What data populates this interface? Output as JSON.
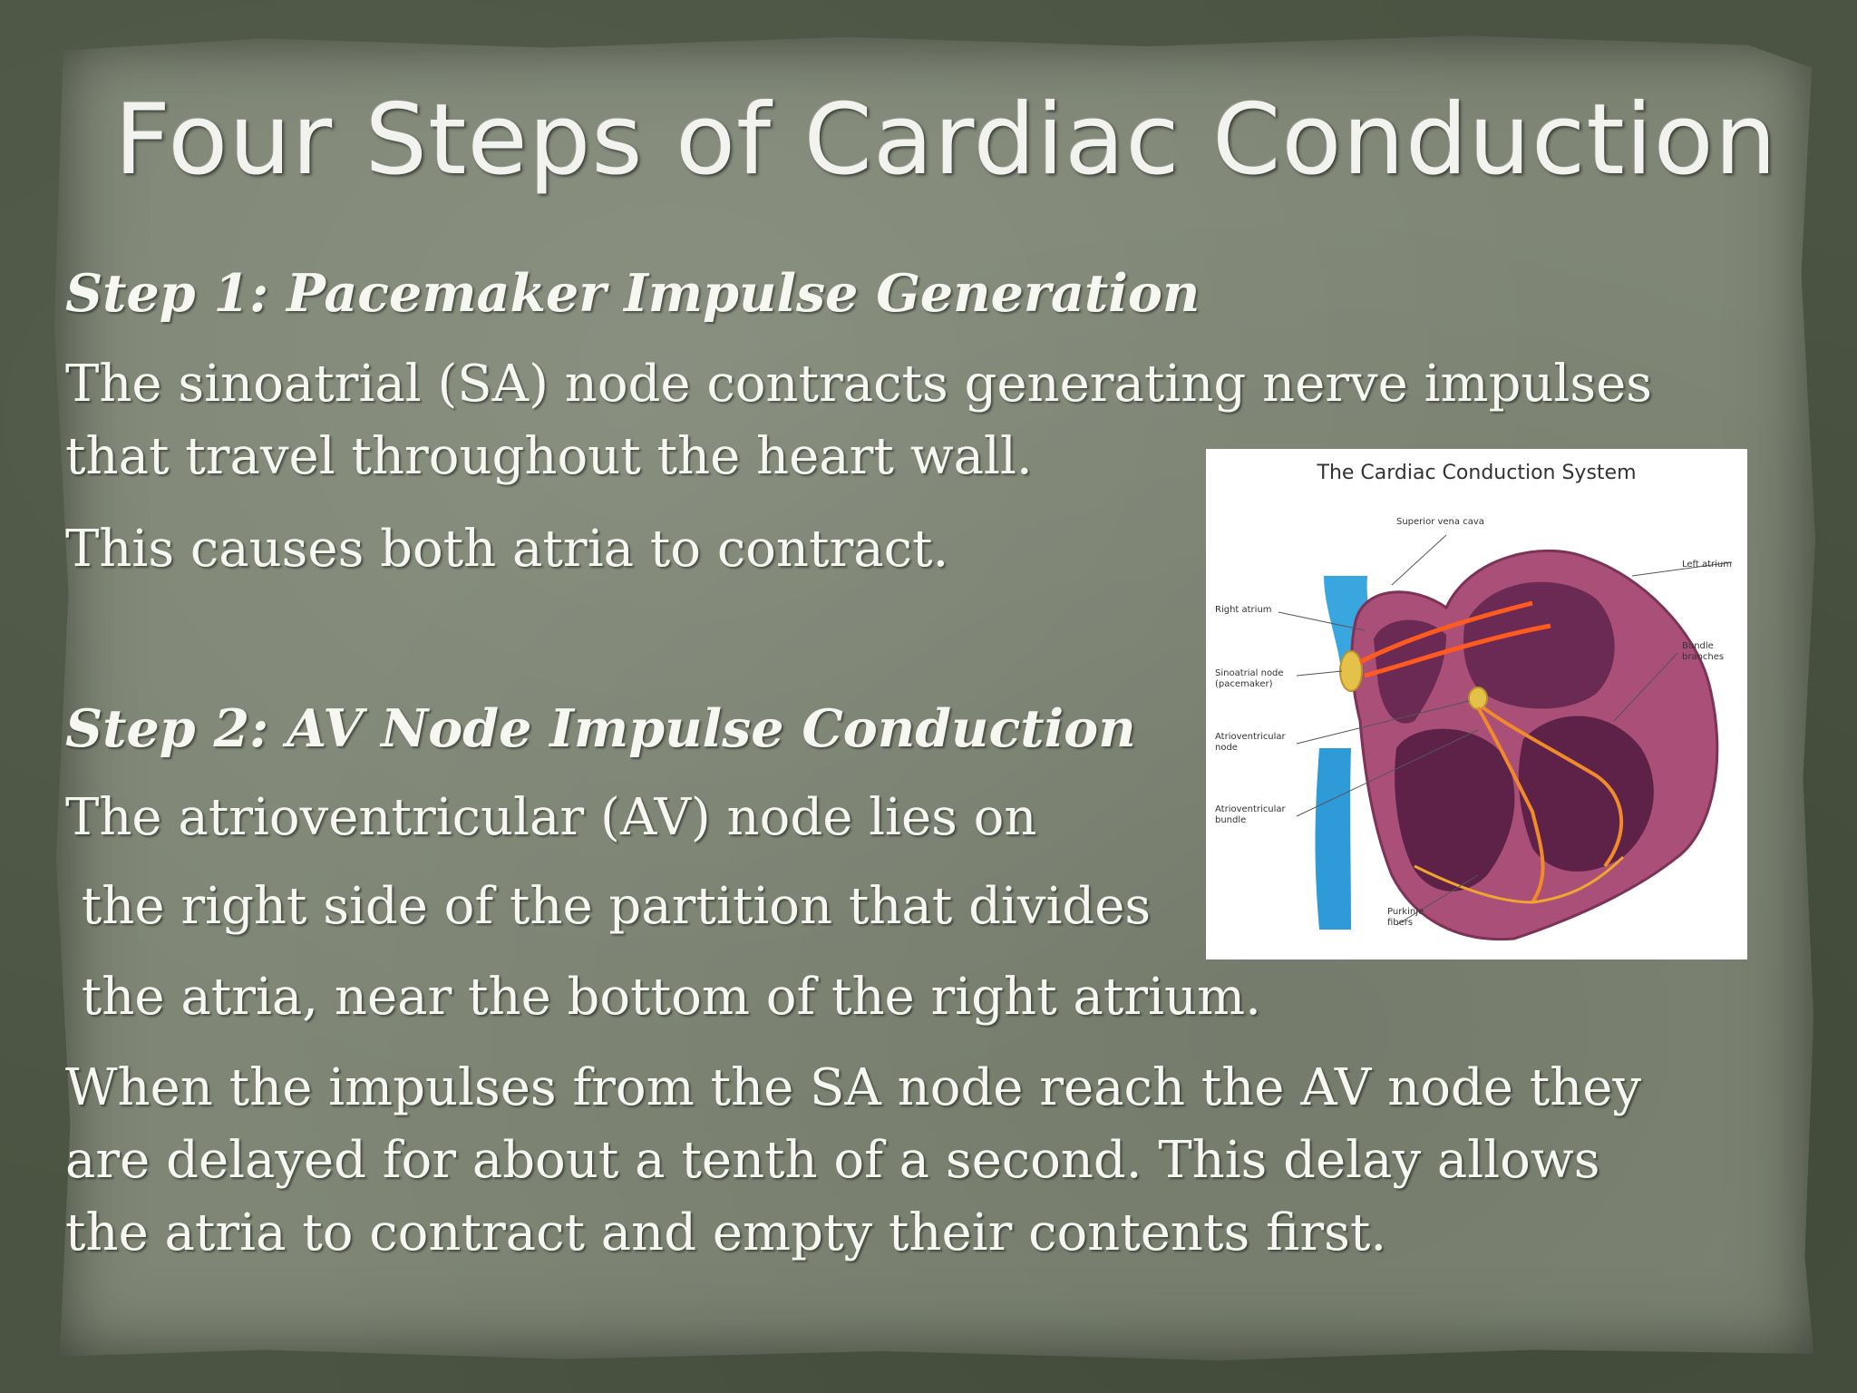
{
  "slide": {
    "title": "Four Steps of Cardiac Conduction",
    "step1": {
      "heading": "Step 1: Pacemaker Impulse Generation",
      "line1": "The sinoatrial (SA) node contracts generating nerve impulses",
      "line2": "that travel throughout the heart wall.",
      "line3": "This causes both atria to contract."
    },
    "step2": {
      "heading": "Step 2: AV Node Impulse Conduction",
      "line1": "The atrioventricular (AV) node lies on",
      "line2": " the right side of the partition that divides",
      "line3": " the atria, near the bottom of the right atrium.",
      "line4": "When the impulses from the SA node reach the AV node they",
      "line5": "are delayed for about a tenth of a second. This delay allows",
      "line6": "the atria to contract and empty their contents first."
    }
  },
  "figure": {
    "title": "The Cardiac Conduction System",
    "labels": {
      "superior_vena_cava": "Superior vena cava",
      "left_atrium": "Left atrium",
      "right_atrium": "Right atrium",
      "bundle_branches": "Bundle\nbranches",
      "sinoatrial_node": "Sinoatrial node\n(pacemaker)",
      "av_node": "Atrioventricular\nnode",
      "av_bundle": "Atrioventricular\nbundle",
      "purkinje": "Purkinje\nfibers"
    }
  }
}
